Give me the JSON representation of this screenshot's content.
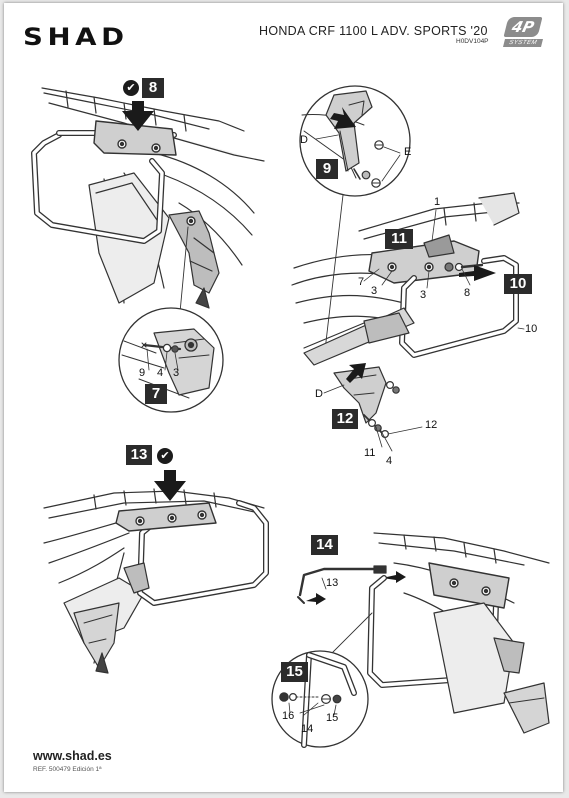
{
  "header": {
    "brand": "SHAD",
    "model_title": "HONDA CRF 1100 L ADV. SPORTS '20",
    "reference": "H0DV104P",
    "badge_main": "4P",
    "badge_sub": "SYSTEM"
  },
  "steps": [
    "8",
    "7",
    "9",
    "11",
    "10",
    "12",
    "13",
    "14",
    "15"
  ],
  "check_icon": "✔",
  "labels": {
    "s7_9": "9",
    "s7_4": "4",
    "s7_3": "3",
    "s9_d": "D",
    "s9_e": "E",
    "s10_1": "1",
    "s10_7": "7",
    "s10_3a": "3",
    "s10_3b": "3",
    "s10_8": "8",
    "s10_10": "10",
    "s12_d": "D",
    "s12_12": "12",
    "s12_11": "11",
    "s12_4": "4",
    "s14_13": "13",
    "s15_16": "16",
    "s15_14": "14",
    "s15_15": "15"
  },
  "footer": {
    "website": "www.shad.es",
    "reference": "REF. 500479 Edición 1ª"
  },
  "colors": {
    "ink": "#2b2b2b",
    "line": "#333333",
    "fill_light": "#ededed",
    "fill_mid": "#bdbdbd",
    "fill_dark": "#8a8a8a"
  }
}
